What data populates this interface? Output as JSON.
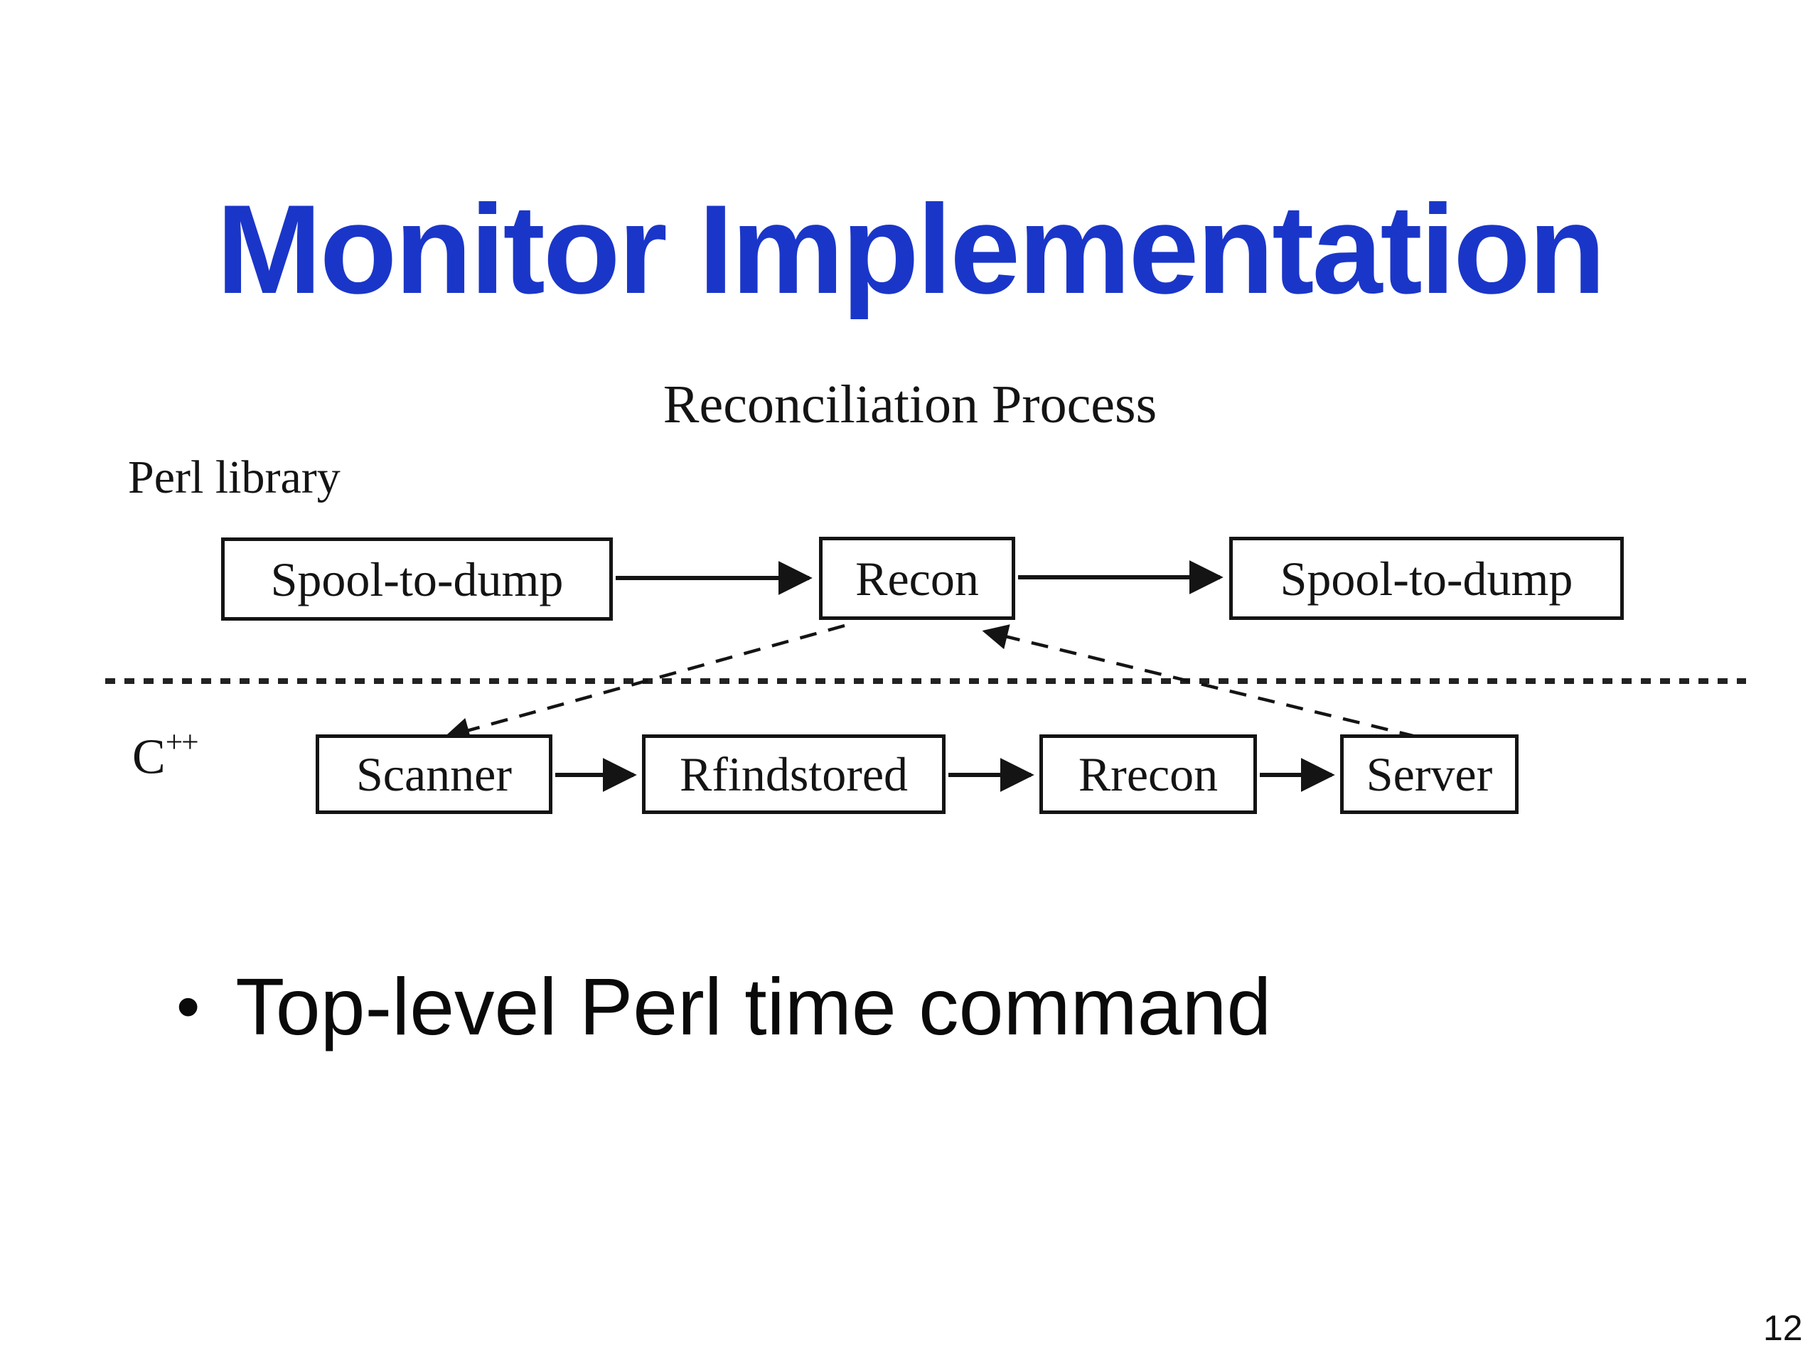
{
  "slide": {
    "background": "#ffffff",
    "title": "Monitor Implementation",
    "title_color": "#1A36C9",
    "page_number": "12"
  },
  "diagram": {
    "subtitle": "Reconciliation Process",
    "layer_labels": {
      "top": "Perl library",
      "bottom_base": "C",
      "bottom_sup": "++"
    },
    "boxes": [
      {
        "label": "Spool-to-dump"
      },
      {
        "label": "Recon"
      },
      {
        "label": "Spool-to-dump"
      },
      {
        "label": "Scanner"
      },
      {
        "label": "Rfindstored"
      },
      {
        "label": "Rrecon"
      },
      {
        "label": "Server"
      }
    ],
    "line_color": "#141414"
  },
  "bullet": {
    "marker": "•",
    "text": "Top-level Perl time command"
  }
}
